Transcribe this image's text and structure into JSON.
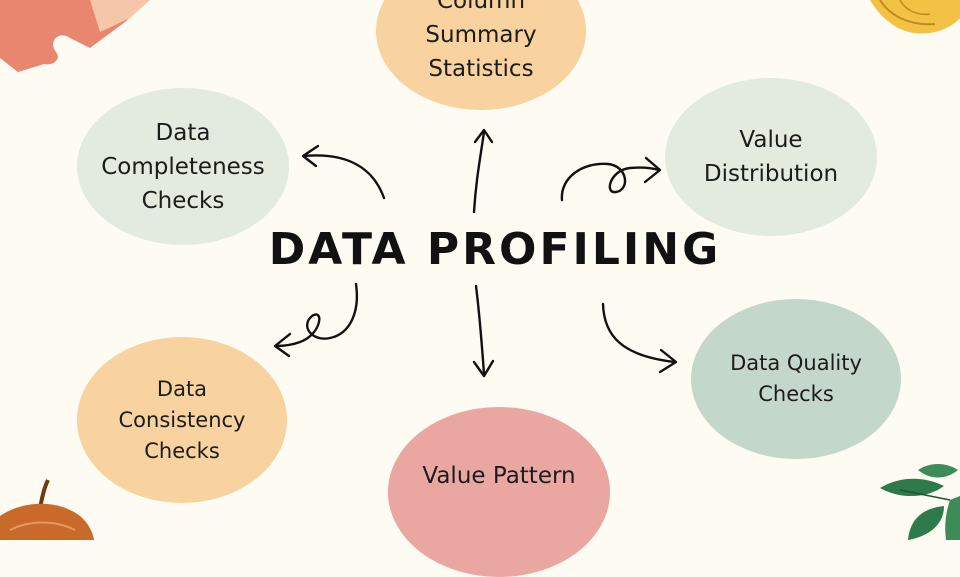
{
  "diagram": {
    "center": {
      "title": "DATA PROFILING"
    },
    "nodes": {
      "column_summary": {
        "label": "Column\nSummary\nStatistics",
        "color": "#f8d29f"
      },
      "completeness": {
        "label": "Data\nCompleteness\nChecks",
        "color": "#e2ebdd"
      },
      "distribution": {
        "label": "Value\nDistribution",
        "color": "#e2ebdd"
      },
      "consistency": {
        "label": "Data\nConsistency\nChecks",
        "color": "#f8d29f"
      },
      "quality": {
        "label": "Data Quality\nChecks",
        "color": "#c4d7cb"
      },
      "pattern": {
        "label": "Value Pattern",
        "color": "#eaa7a2"
      }
    },
    "decorations": {
      "top_left": "puzzle-piece-icon",
      "top_right": "butterfly-icon",
      "bottom_left": "apple-icon",
      "bottom_right": "leaves-icon"
    },
    "colors": {
      "background": "#fdfbf2",
      "arrow": "#111111",
      "puzzle": "#e88670",
      "puzzle_light": "#f5c7a8",
      "butterfly": "#f3c244",
      "apple": "#c96a2a",
      "leaf": "#2f7a4a"
    }
  }
}
